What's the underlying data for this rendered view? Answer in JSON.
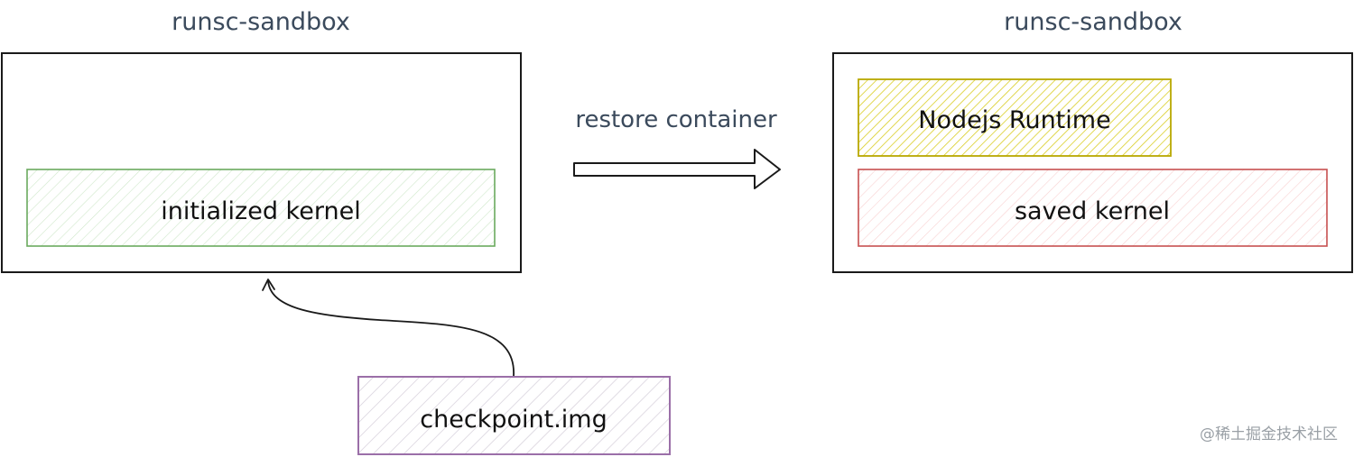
{
  "left_sandbox": {
    "title": "runsc-sandbox",
    "kernel_label": "initialized kernel"
  },
  "right_sandbox": {
    "title": "runsc-sandbox",
    "runtime_label": "Nodejs Runtime",
    "kernel_label": "saved kernel"
  },
  "restore_arrow": {
    "label": "restore container"
  },
  "checkpoint": {
    "label": "checkpoint.img"
  },
  "watermark": {
    "text": "@稀土掘金技术社区"
  },
  "colors": {
    "green": "#6aaa5e",
    "yellow": "#b8a800",
    "red": "#c75050",
    "purple": "#9b6fa8",
    "outline": "#1a1a1a"
  }
}
